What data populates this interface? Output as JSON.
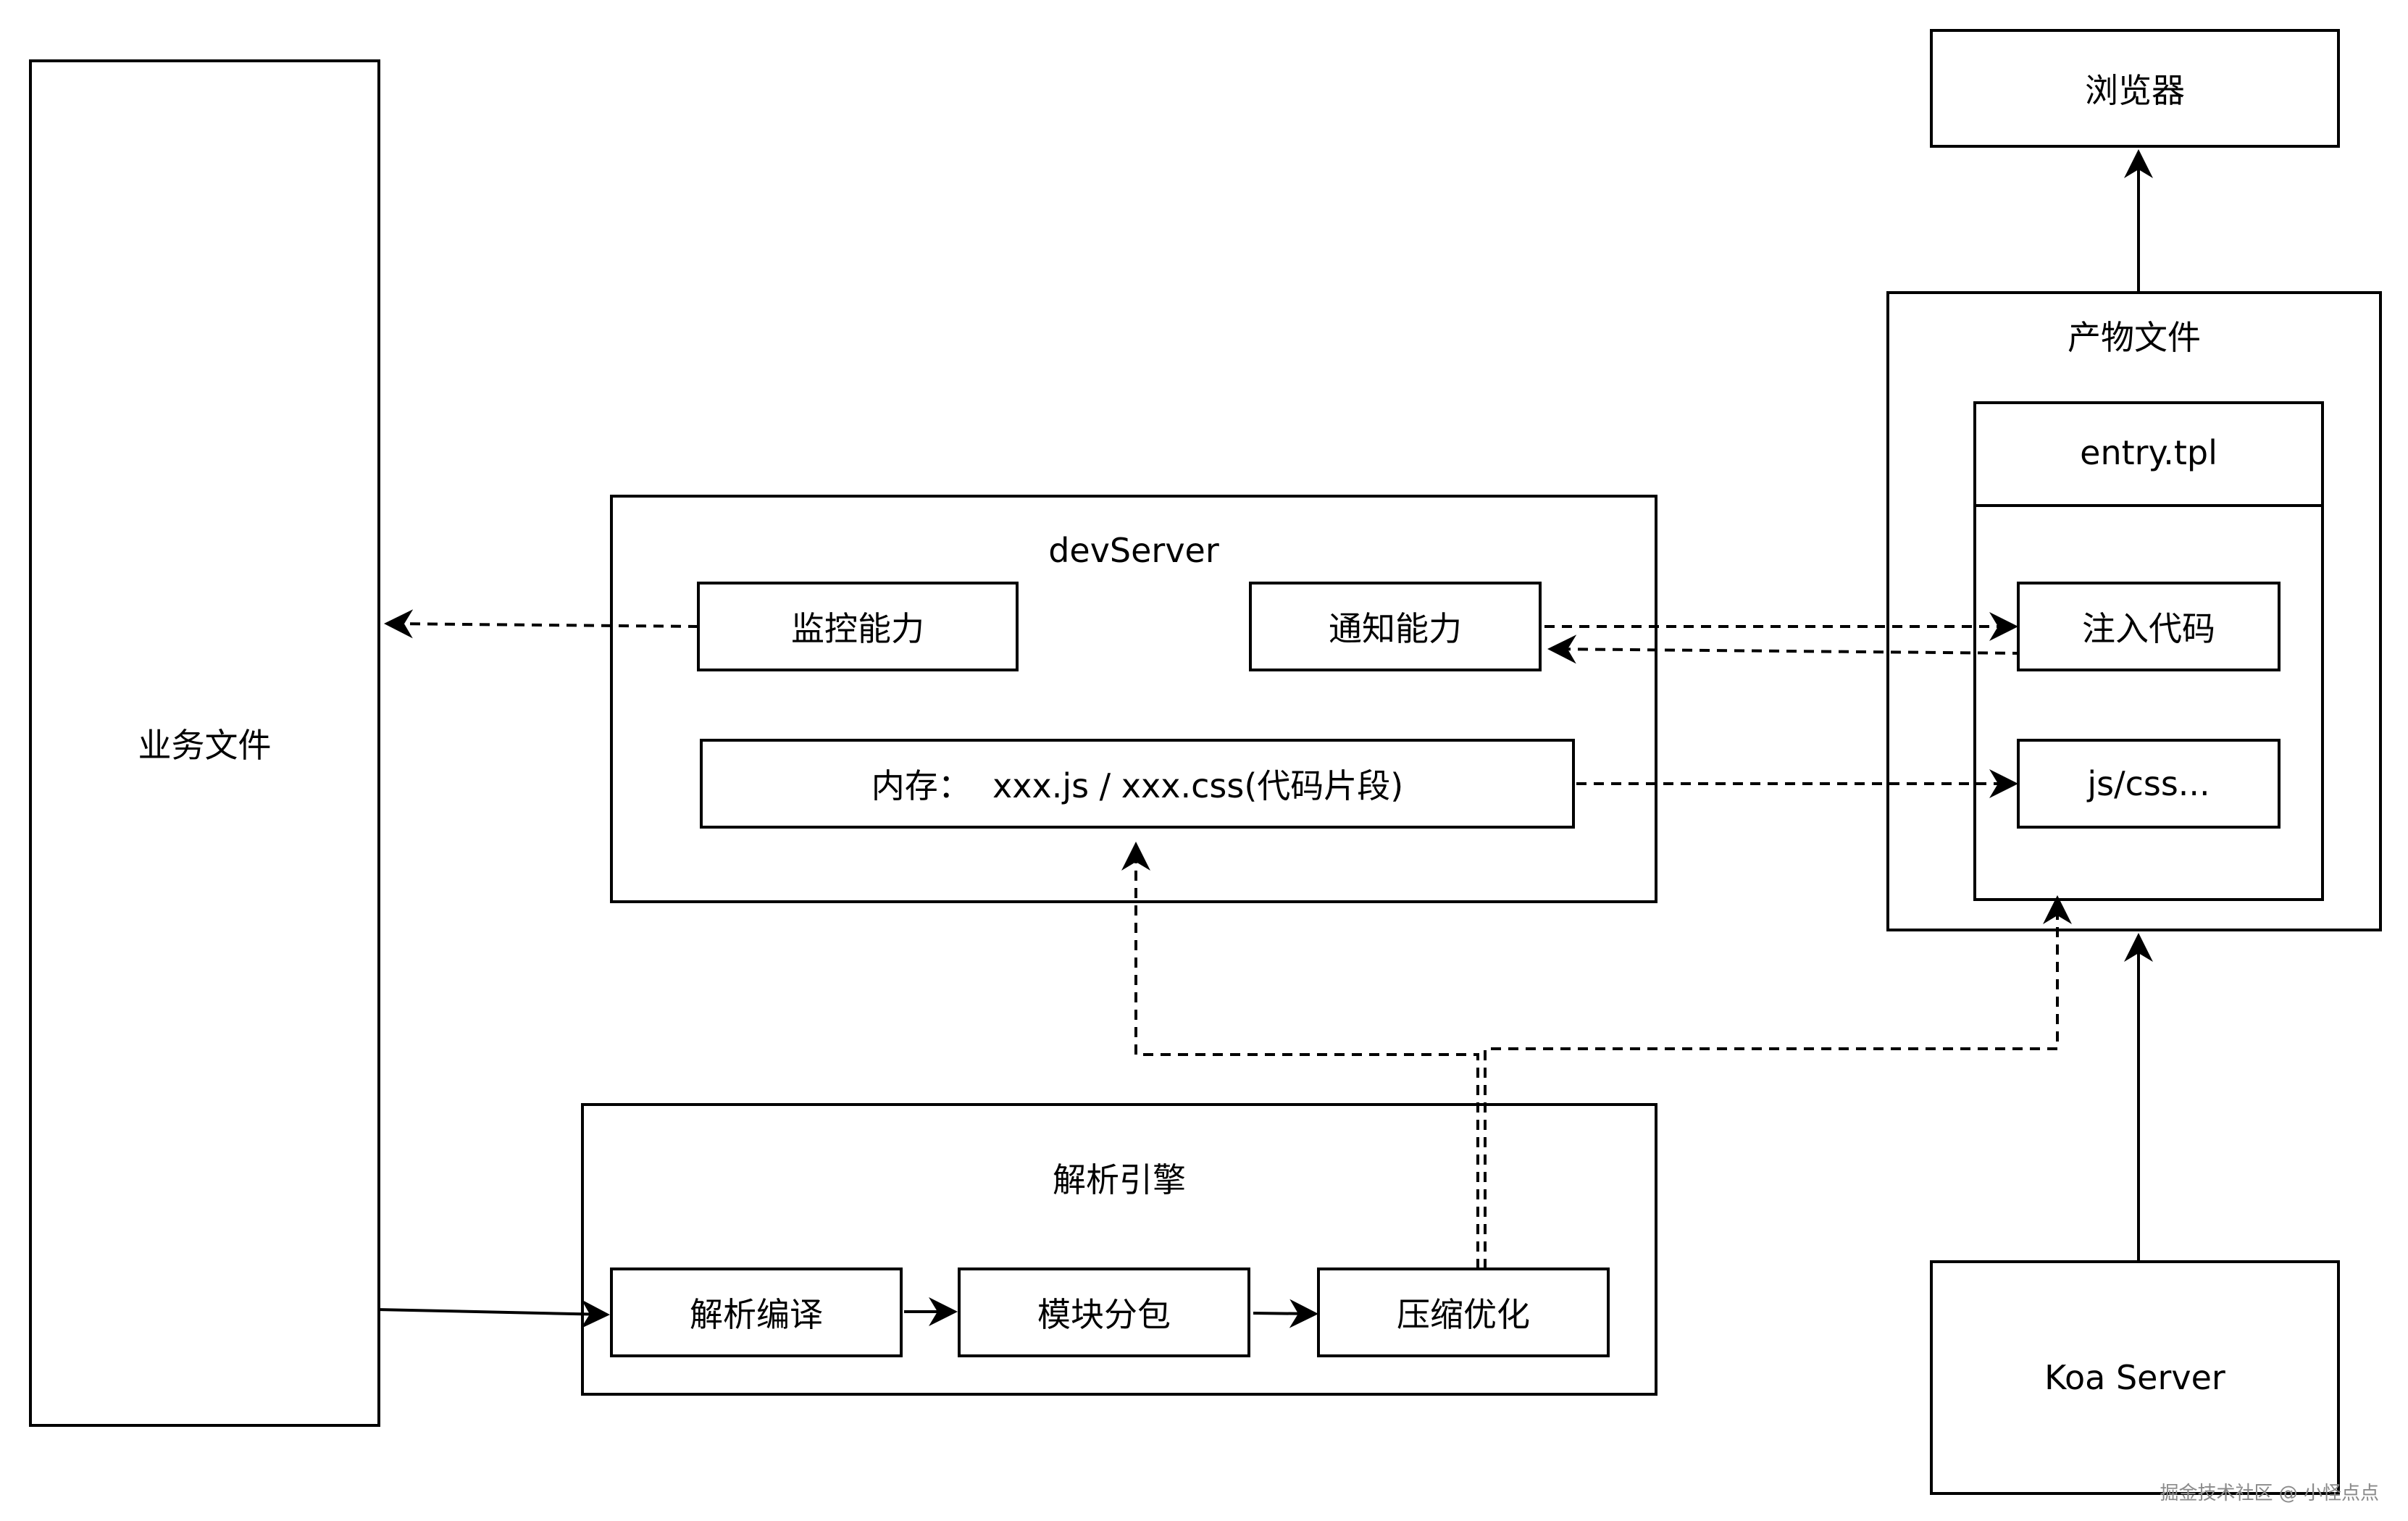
{
  "nodes": {
    "business_files": "业务文件",
    "dev_server": "devServer",
    "monitor": "监控能力",
    "notify": "通知能力",
    "memory": "内存：  xxx.js / xxx.css(代码片段)",
    "parse_engine": "解析引擎",
    "parse_compile": "解析编译",
    "module_split": "模块分包",
    "compress_optimize": "压缩优化",
    "browser": "浏览器",
    "artifacts": "产物文件",
    "entry_tpl": "entry.tpl",
    "inject_code": "注入代码",
    "js_css": "js/css...",
    "koa_server": "Koa Server"
  },
  "watermark": "掘金技术社区 @ 小怪点点"
}
